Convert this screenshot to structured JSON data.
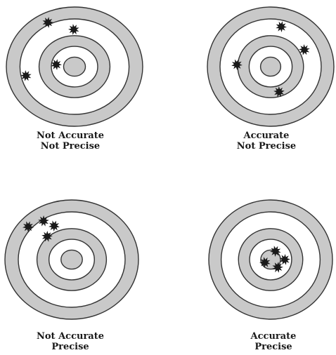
{
  "panels": [
    {
      "id": "not-accurate-not-precise",
      "line1": "Not Accurate",
      "line2": "Not Precise"
    },
    {
      "id": "accurate-not-precise",
      "line1": "Accurate",
      "line2": "Not Precise"
    },
    {
      "id": "not-accurate-precise",
      "line1": "Not Accurate",
      "line2": "Precise"
    },
    {
      "id": "accurate-precise",
      "line1": "Accurate",
      "line2": "Precise"
    }
  ],
  "colors": {
    "ring_fill": "#c9c9c9",
    "ring_stroke": "#333333",
    "hole": "#1a1a1a",
    "background": "#ffffff"
  }
}
